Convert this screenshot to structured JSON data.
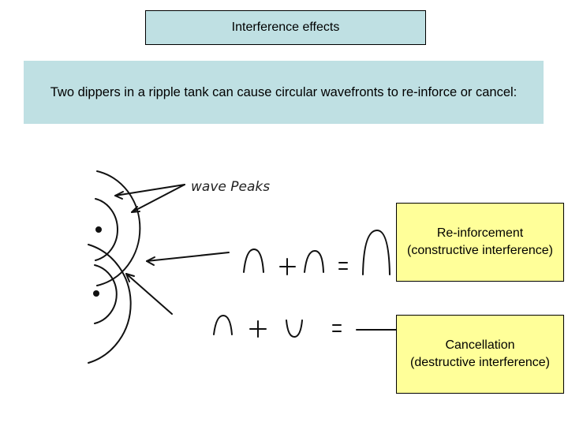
{
  "title": "Interference effects",
  "intro": "Two dippers in a ripple tank can cause circular wavefronts to re-inforce or cancel:",
  "sketch": {
    "wave_label": "wave Peaks"
  },
  "reinforcement": {
    "line1": "Re-inforcement",
    "line2": "(constructive interference)"
  },
  "cancellation": {
    "line1": "Cancellation",
    "line2": "(destructive interference)"
  },
  "colors": {
    "title_bg": "#bfe0e3",
    "note_bg": "#ffff99"
  }
}
